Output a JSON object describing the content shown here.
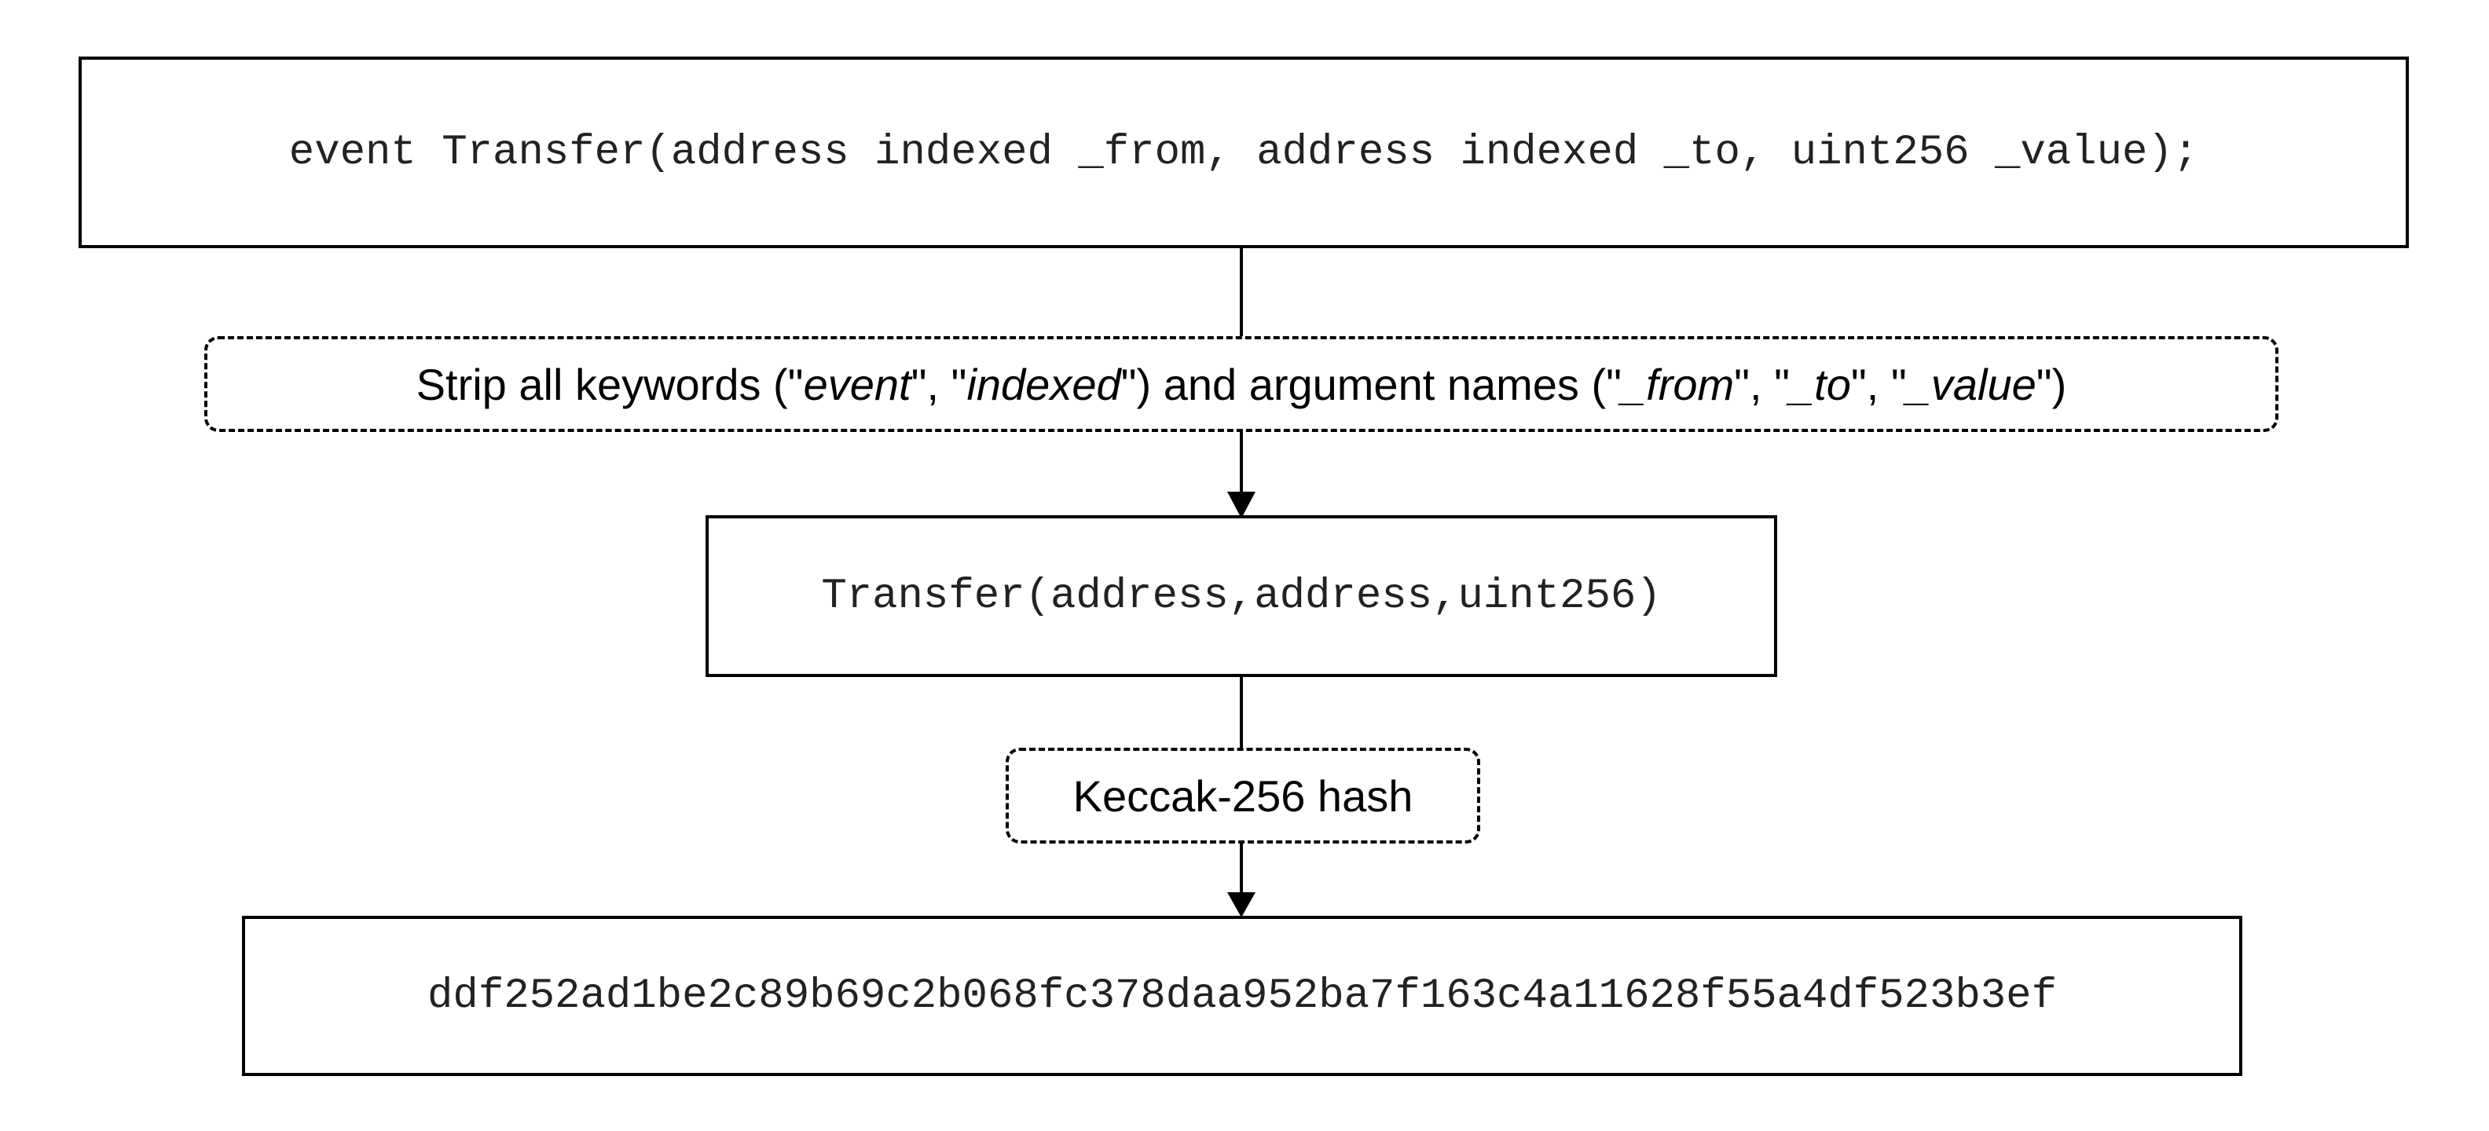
{
  "nodes": {
    "event_declaration": "event Transfer(address indexed _from, address indexed _to, uint256 _value);",
    "strip_step": {
      "prefix": "Strip all keywords (\"",
      "kw1": "event",
      "sep1": "\", \"",
      "kw2": "indexed",
      "middle": "\") and argument names (\"",
      "arg1": "_from",
      "sep2": "\", \"",
      "arg2": "_to",
      "sep3": "\", \"",
      "arg3": "_value",
      "suffix": "\")"
    },
    "signature": "Transfer(address,address,uint256)",
    "hash_step": "Keccak-256 hash",
    "hash_result": "ddf252ad1be2c89b69c2b068fc378daa952ba7f163c4a11628f55a4df523b3ef"
  },
  "colors": {
    "stroke": "#000000",
    "background": "#ffffff",
    "code_text": "#222222"
  }
}
